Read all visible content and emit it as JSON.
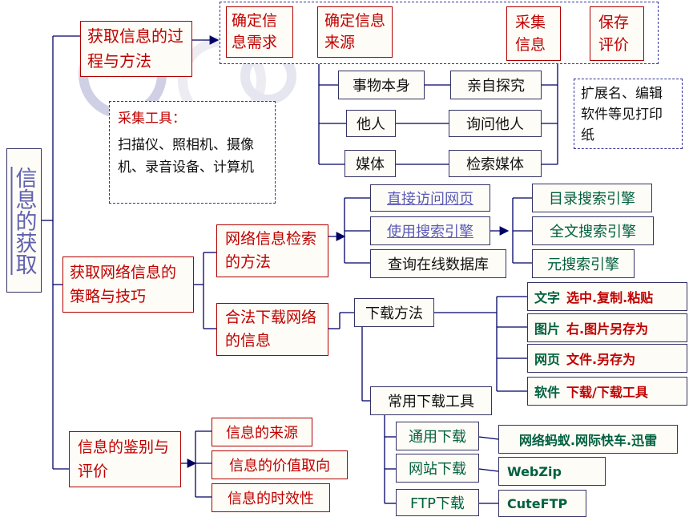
{
  "root": "信息的获取",
  "b1": {
    "title": "获取信息的过程与方法",
    "steps": [
      "确定信息需求",
      "确定信息来源",
      "采集信息",
      "保存评价"
    ],
    "sources": [
      "事物本身",
      "他人",
      "媒体"
    ],
    "methods": [
      "亲自探究",
      "询问他人",
      "检索媒体"
    ],
    "tools_title": "采集工具：",
    "tools_text": "扫描仪、照相机、摄像机、录音设备、计算机",
    "save_note": "扩展名、编辑软件等见打印纸"
  },
  "b2": {
    "title": "获取网络信息的策略与技巧",
    "search": {
      "title": "网络信息检索的方法",
      "items": [
        "直接访问网页",
        "使用搜索引擎",
        "查询在线数据库"
      ],
      "engines": [
        "目录搜索引擎",
        "全文搜索引擎",
        "元搜索引擎"
      ]
    },
    "download": {
      "title": "合法下载网络的信息",
      "methods_title": "下载方法",
      "methods": [
        {
          "k": "文字",
          "v": "选中.复制.粘贴"
        },
        {
          "k": "图片",
          "v": "右.图片另存为"
        },
        {
          "k": "网页",
          "v": "文件.另存为"
        },
        {
          "k": "软件",
          "v": "下载/下载工具"
        }
      ],
      "tools_title": "常用下载工具",
      "tools": [
        {
          "type": "通用下载",
          "name": "网络蚂蚁.网际快车.迅雷"
        },
        {
          "type": "网站下载",
          "name": "WebZip"
        },
        {
          "type": "FTP下载",
          "name": "CuteFTP"
        }
      ]
    }
  },
  "b3": {
    "title": "信息的鉴别与评价",
    "items": [
      "信息的来源",
      "信息的价值取向",
      "信息的时效性"
    ]
  }
}
